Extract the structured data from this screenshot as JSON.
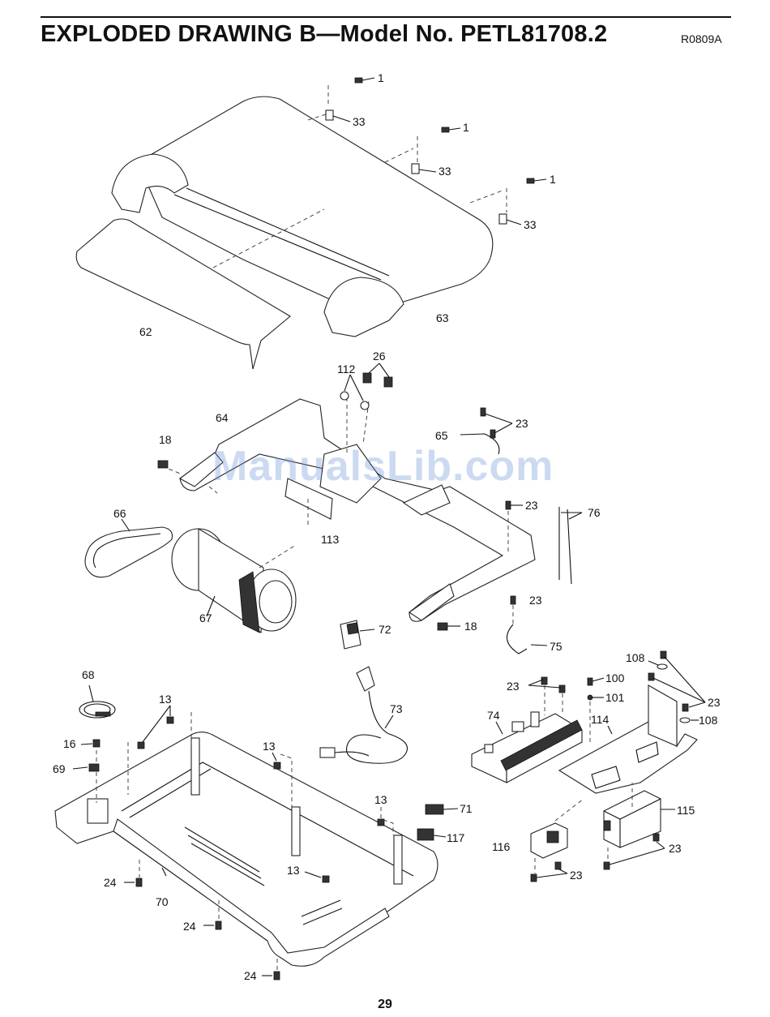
{
  "header": {
    "title": "EXPLODED DRAWING B—Model No. PETL81708.2",
    "code": "R0809A"
  },
  "watermark": "ManualsLib.com",
  "page_number": "29",
  "callouts": {
    "c1a": "1",
    "c1b": "1",
    "c1c": "1",
    "c33a": "33",
    "c33b": "33",
    "c33c": "33",
    "c62": "62",
    "c63": "63",
    "c26": "26",
    "c112": "112",
    "c64": "64",
    "c18a": "18",
    "c23a": "23",
    "c65": "65",
    "c113": "113",
    "c23b": "23",
    "c76": "76",
    "c66": "66",
    "c67": "67",
    "c72": "72",
    "c23c": "23",
    "c18b": "18",
    "c75": "75",
    "c68": "68",
    "c13a": "13",
    "c16": "16",
    "c69": "69",
    "c13b": "13",
    "c73": "73",
    "c108a": "108",
    "c23d": "23",
    "c100": "100",
    "c101": "101",
    "c23e": "23",
    "c74": "74",
    "c114": "114",
    "c108b": "108",
    "c13c": "13",
    "c71": "71",
    "c117": "117",
    "c115": "115",
    "c116": "116",
    "c23f": "23",
    "c23g": "23",
    "c13d": "13",
    "c24a": "24",
    "c70": "70",
    "c24b": "24",
    "c24c": "24"
  }
}
